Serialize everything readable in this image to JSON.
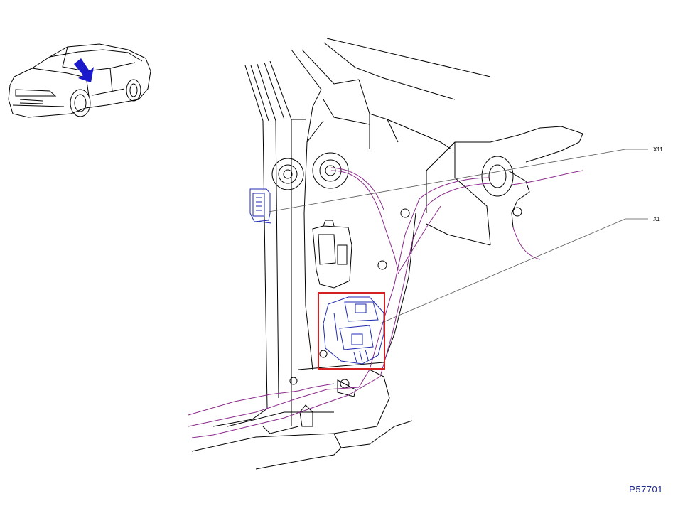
{
  "callouts": {
    "x11": "X11",
    "x1": "X1"
  },
  "figure_id": "P57701",
  "colors": {
    "line": "#000000",
    "harness": "#8a2a8a",
    "connector": "#1f2ab0",
    "highlight": "#d42020",
    "arrow": "#1a1acc"
  },
  "icons": {
    "locator": "car-locator-icon",
    "arrow": "arrow-icon"
  }
}
